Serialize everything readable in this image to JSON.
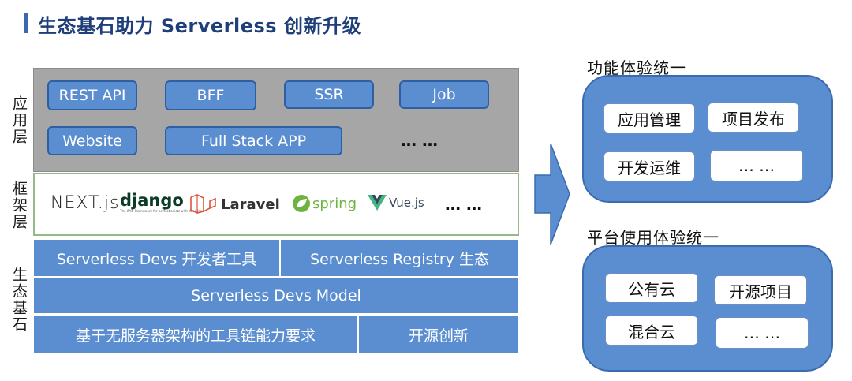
{
  "header": {
    "title": "生态基石助力 Serverless 创新升级"
  },
  "layers": {
    "app": {
      "label": "应用层",
      "items": [
        "REST API",
        "BFF",
        "SSR",
        "Job",
        "Website",
        "Full Stack APP"
      ],
      "more": "… …"
    },
    "framework": {
      "label": "框架层",
      "logos": [
        "NEXT.js",
        "django",
        "Laravel",
        "spring",
        "Vue.js"
      ],
      "django_sub": "The Web Framework for perfectionists with deadlines",
      "more": "… …"
    },
    "ecosystem": {
      "label": "生态基石",
      "devs_tools": "Serverless Devs 开发者工具",
      "registry": "Serverless Registry 生态",
      "model": "Serverless Devs Model",
      "toolchain": "基于无服务器架构的工具链能力要求",
      "open_source": "开源创新"
    }
  },
  "right": {
    "feature": {
      "title": "功能体验统一",
      "items": [
        "应用管理",
        "项目发布",
        "开发运维",
        "… …"
      ]
    },
    "platform": {
      "title": "平台使用体验统一",
      "items": [
        "公有云",
        "开源项目",
        "混合云",
        "… …"
      ]
    }
  },
  "colors": {
    "accent": "#3a67b0",
    "box_blue": "#5b8ed0",
    "app_gray": "#a6a6a6",
    "fw_border": "#97b888"
  }
}
